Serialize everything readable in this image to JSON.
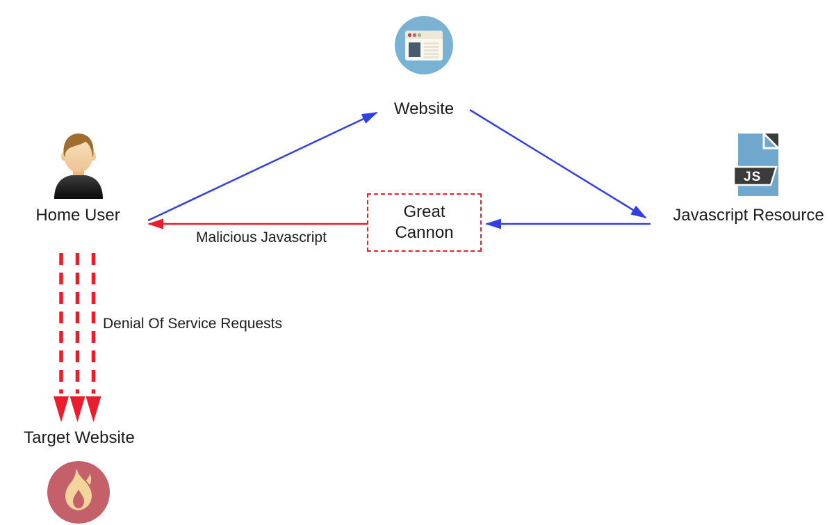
{
  "nodes": {
    "website": {
      "label": "Website"
    },
    "home_user": {
      "label": "Home User"
    },
    "js_resource": {
      "label": "Javascript Resource",
      "badge": "JS"
    },
    "great_cannon": {
      "line1": "Great",
      "line2": "Cannon"
    },
    "target_website": {
      "label": "Target Website"
    }
  },
  "edges": {
    "home_user_to_website": {
      "from": "Home User",
      "to": "Website",
      "color": "#3340e0",
      "style": "solid"
    },
    "website_to_js_resource": {
      "from": "Website",
      "to": "Javascript Resource",
      "color": "#3340e0",
      "style": "solid"
    },
    "js_resource_to_great_cannon": {
      "from": "Javascript Resource",
      "to": "Great Cannon",
      "color": "#3340e0",
      "style": "solid"
    },
    "malicious_javascript": {
      "label": "Malicious Javascript",
      "from": "Great Cannon",
      "to": "Home User",
      "color": "#ea1c2d",
      "style": "solid"
    },
    "dos": {
      "label": "Denial Of Service Requests",
      "from": "Home User",
      "to": "Target Website",
      "color": "#ea1c2d",
      "style": "dashed"
    }
  },
  "colors": {
    "arrow_blue": "#3340e0",
    "arrow_red": "#ea1c2d",
    "text": "#1b1b1b",
    "website_circle": "#79b2d3",
    "js_file_blue": "#6fa7cd",
    "dark_charcoal": "#3b3b3b",
    "fire_circle": "#c4606a",
    "flame_cream": "#f3d59c",
    "background": "#ffffff"
  }
}
